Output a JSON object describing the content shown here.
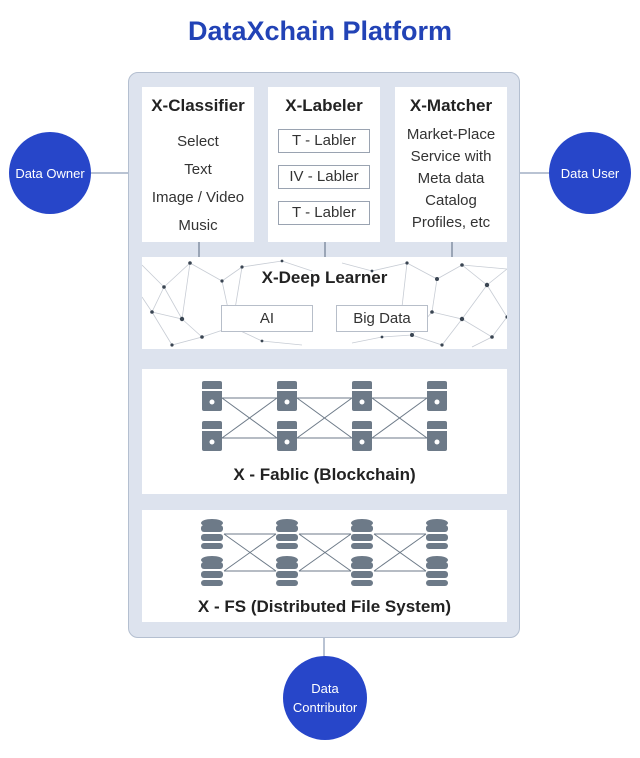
{
  "title": "DataXchain Platform",
  "actors": {
    "owner": "Data Owner",
    "user": "Data User",
    "contributor_line1": "Data",
    "contributor_line2": "Contributor"
  },
  "classifier": {
    "title": "X-Classifier",
    "items": [
      "Select",
      "Text",
      "Image / Video",
      "Music"
    ]
  },
  "labeler": {
    "title": "X-Labeler",
    "boxes": [
      "T - Labler",
      "IV - Labler",
      "T - Labler"
    ]
  },
  "matcher": {
    "title": "X-Matcher",
    "lines": [
      "Market-Place",
      "Service with",
      "Meta data",
      "Catalog",
      "Profiles, etc"
    ]
  },
  "deep_learner": {
    "title": "X-Deep Learner",
    "boxes": [
      "AI",
      "Big Data"
    ]
  },
  "fabric": {
    "label": "X - Fablic (Blockchain)",
    "icon": "server-icon"
  },
  "fs": {
    "label": "X - FS (Distributed File System)",
    "icon": "database-icon"
  },
  "colors": {
    "accent": "#2746c9",
    "title": "#2243b6",
    "platform_bg": "#dde3ee",
    "icon": "#6d7a88"
  }
}
